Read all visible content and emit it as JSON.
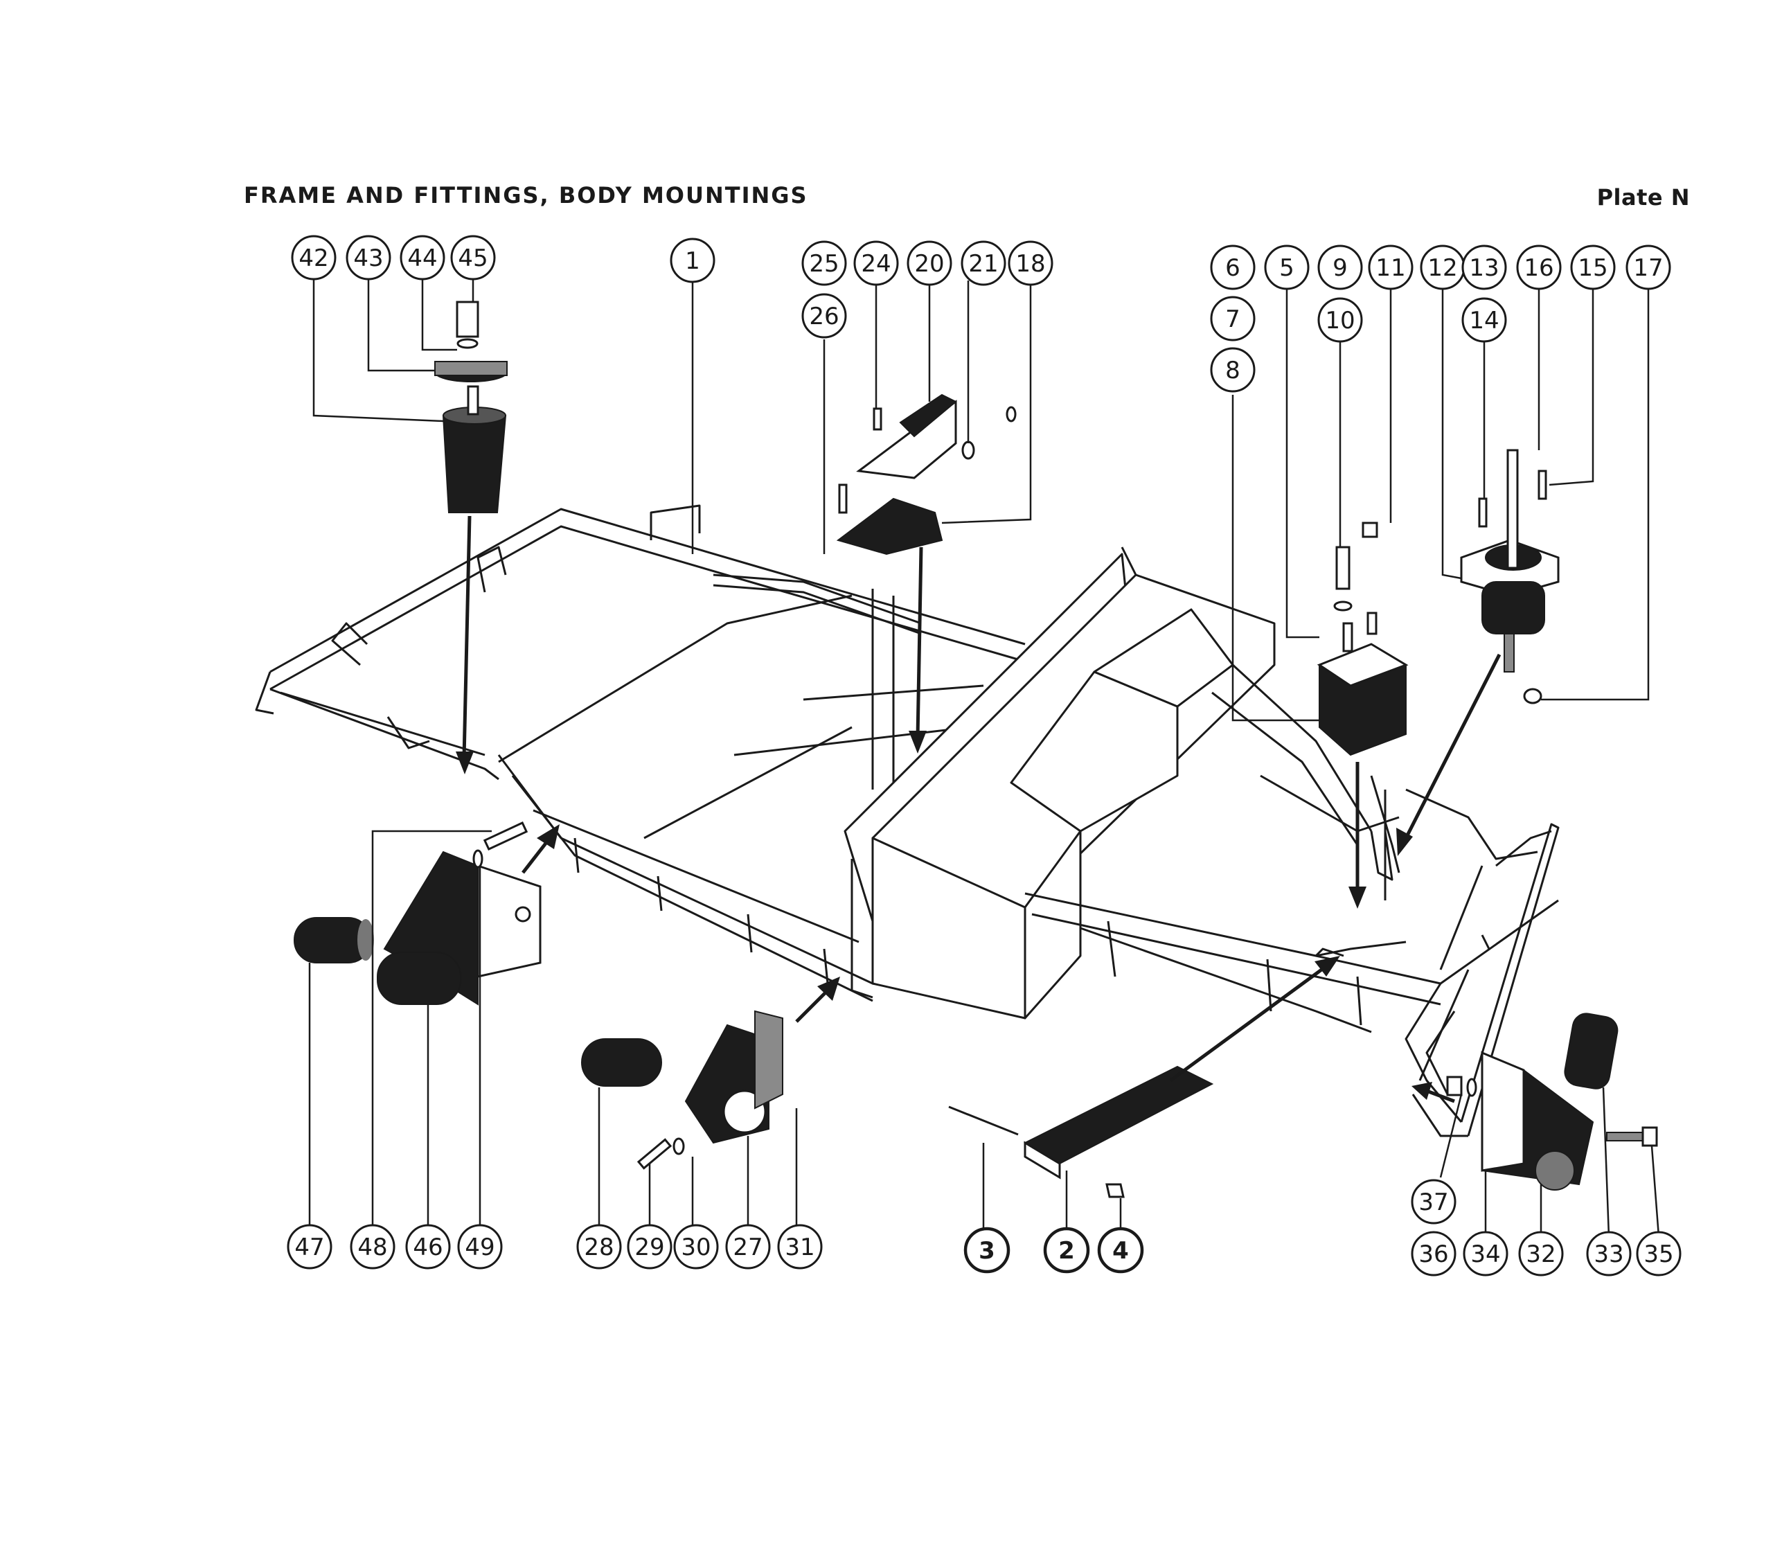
{
  "header": {
    "title": "FRAME AND FITTINGS, BODY MOUNTINGS",
    "plate": "Plate N"
  },
  "callouts": [
    {
      "id": "c42",
      "label": "42"
    },
    {
      "id": "c43",
      "label": "43"
    },
    {
      "id": "c44",
      "label": "44"
    },
    {
      "id": "c45",
      "label": "45"
    },
    {
      "id": "c1",
      "label": "1"
    },
    {
      "id": "c25",
      "label": "25"
    },
    {
      "id": "c26",
      "label": "26"
    },
    {
      "id": "c24",
      "label": "24"
    },
    {
      "id": "c20",
      "label": "20"
    },
    {
      "id": "c21",
      "label": "21"
    },
    {
      "id": "c18",
      "label": "18"
    },
    {
      "id": "c6",
      "label": "6"
    },
    {
      "id": "c7",
      "label": "7"
    },
    {
      "id": "c8",
      "label": "8"
    },
    {
      "id": "c5",
      "label": "5"
    },
    {
      "id": "c9",
      "label": "9"
    },
    {
      "id": "c10",
      "label": "10"
    },
    {
      "id": "c11",
      "label": "11"
    },
    {
      "id": "c12",
      "label": "12"
    },
    {
      "id": "c13",
      "label": "13"
    },
    {
      "id": "c14",
      "label": "14"
    },
    {
      "id": "c16",
      "label": "16"
    },
    {
      "id": "c15",
      "label": "15"
    },
    {
      "id": "c17",
      "label": "17"
    },
    {
      "id": "c47",
      "label": "47"
    },
    {
      "id": "c48",
      "label": "48"
    },
    {
      "id": "c46",
      "label": "46"
    },
    {
      "id": "c49",
      "label": "49"
    },
    {
      "id": "c28",
      "label": "28"
    },
    {
      "id": "c29",
      "label": "29"
    },
    {
      "id": "c30",
      "label": "30"
    },
    {
      "id": "c27",
      "label": "27"
    },
    {
      "id": "c31",
      "label": "31"
    },
    {
      "id": "c3",
      "label": "3"
    },
    {
      "id": "c2",
      "label": "2"
    },
    {
      "id": "c4",
      "label": "4"
    },
    {
      "id": "c37",
      "label": "37"
    },
    {
      "id": "c36",
      "label": "36"
    },
    {
      "id": "c34",
      "label": "34"
    },
    {
      "id": "c32",
      "label": "32"
    },
    {
      "id": "c33",
      "label": "33"
    },
    {
      "id": "c35",
      "label": "35"
    }
  ]
}
